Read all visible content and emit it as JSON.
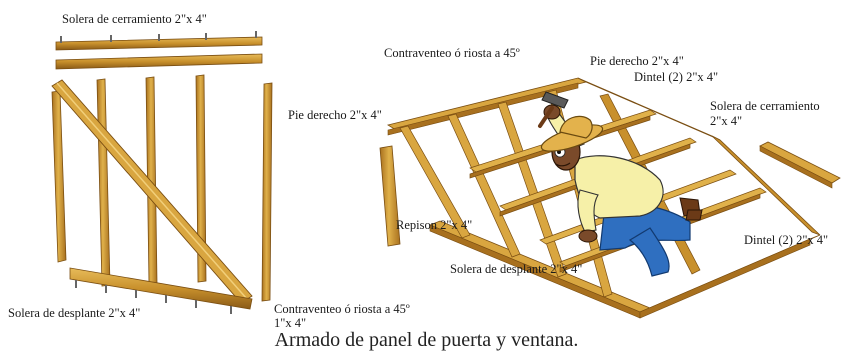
{
  "caption": "Armado de panel de puerta y ventana.",
  "left_panel": {
    "top_plate": "Solera de cerramiento 2\"x 4\"",
    "stud": "Pie derecho 2\"x 4\"",
    "bottom_plate": "Solera de desplante 2\"x 4\"",
    "brace_line1": "Contraventeo ó riosta a 45º",
    "brace_line2": "1\"x 4\""
  },
  "right_panel": {
    "brace": "Contraventeo ó riosta a 45º",
    "stud": "Pie derecho 2\"x 4\"",
    "header_top": "Dintel (2) 2\"x 4\"",
    "top_plate_line1": "Solera de cerramiento",
    "top_plate_line2": "2\"x 4\"",
    "sill": "Repison 2\"x 4\"",
    "header_bottom": "Dintel (2) 2\"x 4\"",
    "bottom_plate": "Solera de desplante 2\"x 4\""
  },
  "colors": {
    "wood": "#c8902c",
    "wood_light": "#e0b14a",
    "wood_dark": "#8a5a16",
    "nail": "#6e6e6e",
    "shirt": "#f6f0a8",
    "pants": "#2f6fc0",
    "hat": "#e3b24c",
    "skin": "#7a4a2a"
  },
  "icons": [
    "hammer-icon",
    "carpenter-figure"
  ]
}
